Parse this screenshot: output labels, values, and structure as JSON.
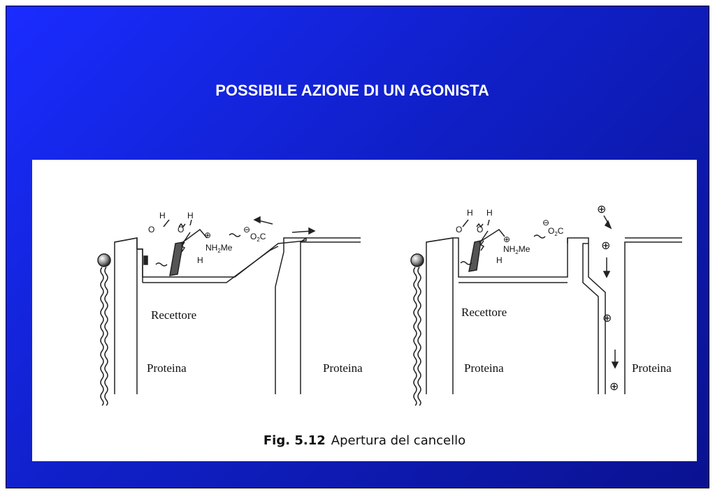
{
  "slide": {
    "title": "POSSIBILE AZIONE DI UN AGONISTA"
  },
  "figure": {
    "caption_number": "Fig. 5.12",
    "caption_text": "Apertura del cancello",
    "left_panel": {
      "receptor_label": "Recettore",
      "protein_left_label": "Proteina",
      "protein_right_label": "Proteina",
      "chem_h1": "H",
      "chem_h2": "H",
      "chem_o1": "O",
      "chem_o2": "O",
      "chem_plus": "⊕",
      "chem_amine": "NH",
      "chem_amine_sub": "2",
      "chem_amine_me": "Me",
      "chem_h3": "H",
      "chem_minus": "⊖",
      "chem_carboxy_o": "O",
      "chem_carboxy_sub": "2",
      "chem_carboxy_c": "C"
    },
    "right_panel": {
      "receptor_label": "Recettore",
      "protein_left_label": "Proteina",
      "protein_right_label": "Proteina",
      "chem_h1": "H",
      "chem_h2": "H",
      "chem_o1": "O",
      "chem_o2": "O",
      "chem_plus": "⊕",
      "chem_amine": "NH",
      "chem_amine_sub": "2",
      "chem_amine_me": "Me",
      "chem_h3": "H",
      "chem_minus": "⊖",
      "chem_carboxy_o": "O",
      "chem_carboxy_sub": "2",
      "chem_carboxy_c": "C",
      "ion_symbol": "⊕"
    }
  },
  "colors": {
    "slide_background": "#1a2cff",
    "title_text": "#ffffff",
    "figure_background": "#ffffff",
    "line": "#222222"
  }
}
